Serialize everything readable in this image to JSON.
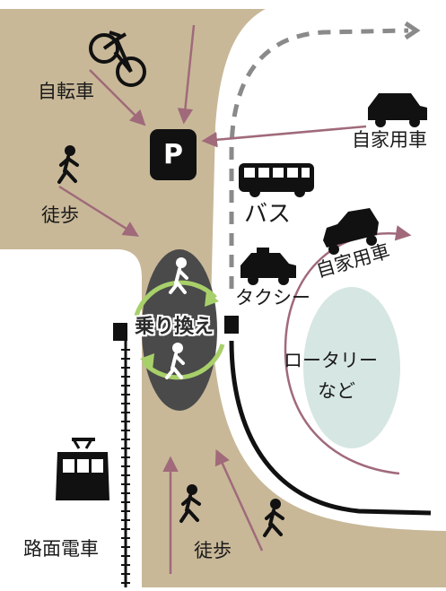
{
  "diagram": {
    "labels": {
      "bicycle": "自転車",
      "walk_top": "徒歩",
      "private_car_top": "自家用車",
      "bus": "バス",
      "taxi": "タクシー",
      "private_car_curve": "自家用車",
      "transfer": "乗り換え",
      "rotary": "ロータリー",
      "rotary_line2": "など",
      "tram": "路面電車",
      "walk_bottom": "徒歩",
      "parking": "P"
    },
    "colors": {
      "ground": "#c8b898",
      "white_area": "#ffffff",
      "arrow": "#a06a7a",
      "transfer_platform": "#4a4a4a",
      "transfer_ring": "#a8d06a",
      "rotary_island": "#d6e6e2",
      "icon": "#111111",
      "dashed_line": "#8a8a8a"
    }
  }
}
